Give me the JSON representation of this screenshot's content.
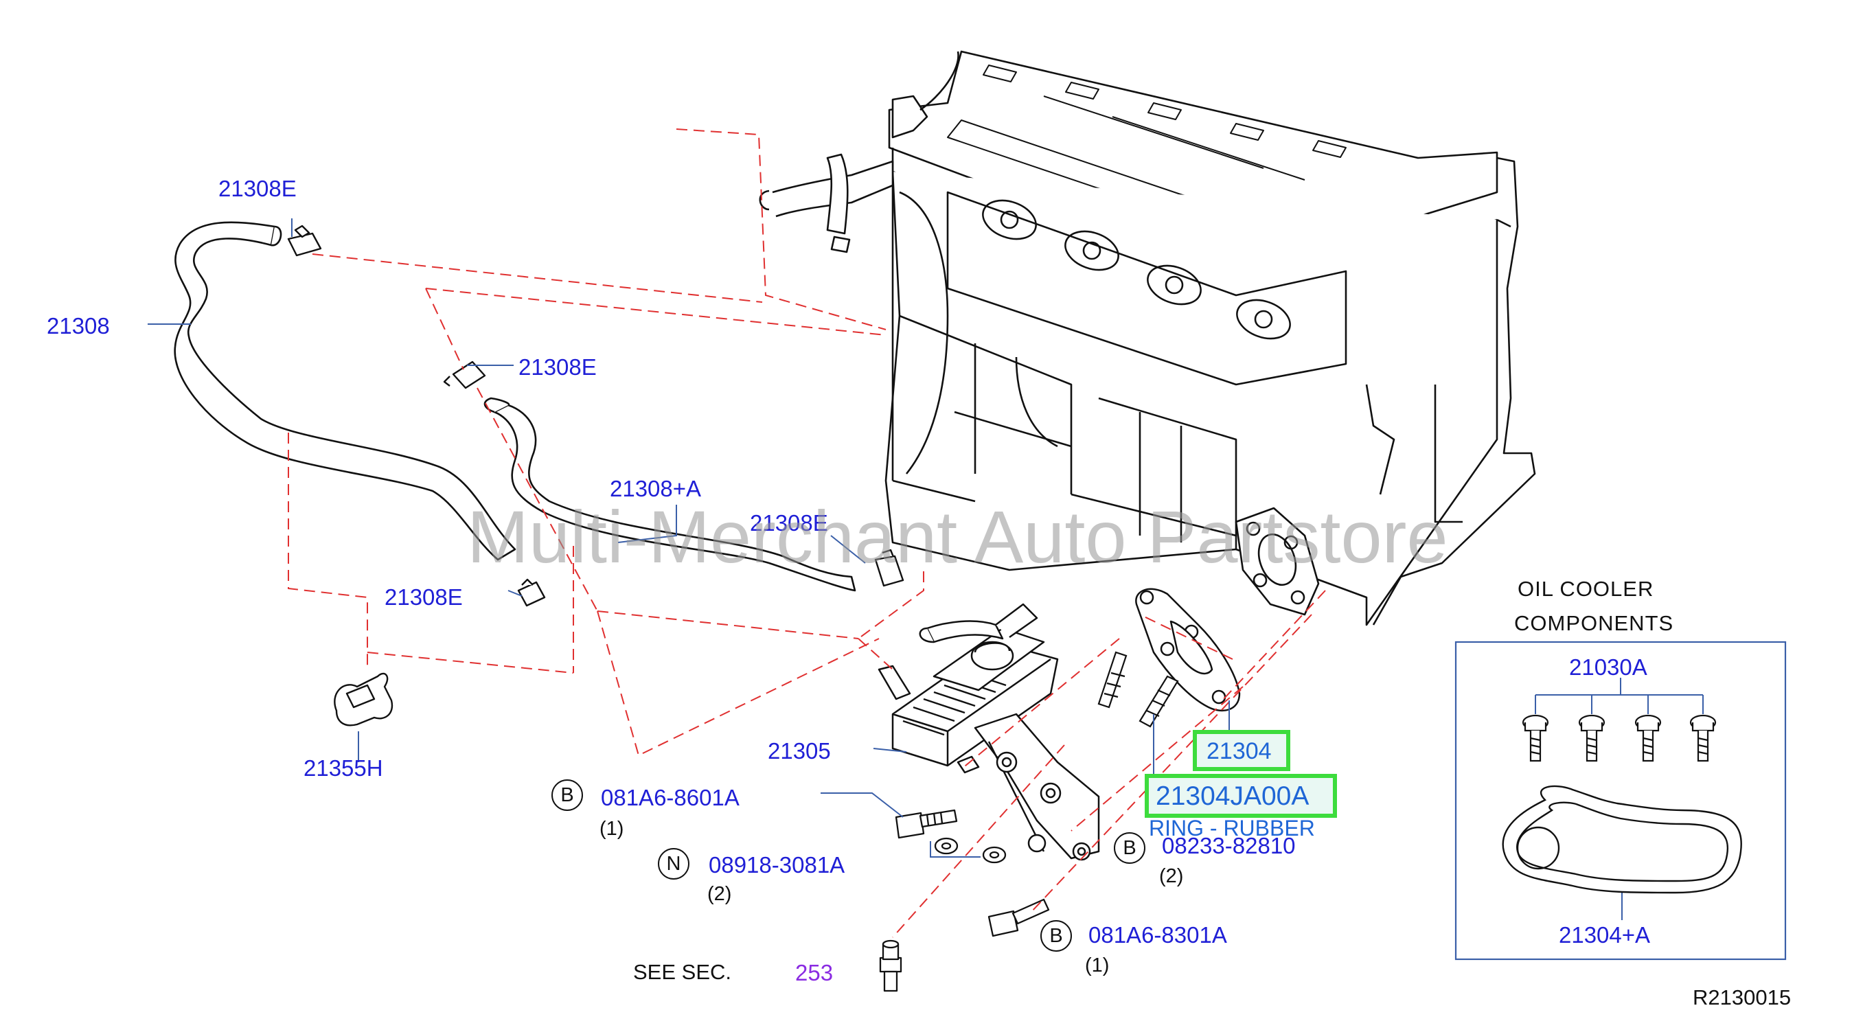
{
  "watermark": "Multi-Merchant Auto Partstore",
  "reference_code": "R2130015",
  "see_section": {
    "text": "SEE   SEC.",
    "number": "253"
  },
  "parts": {
    "hose_clamp_top": "21308E",
    "hose_main": "21308",
    "hose_clamp_mid": "21308E",
    "hose_a": "21308+A",
    "hose_clamp_right": "21308E",
    "hose_clamp_low": "21308E",
    "clip": "21355H",
    "oil_cooler": "21305",
    "gasket": "21304",
    "gasket_part_number": "21304JA00A",
    "gasket_description": "RING - RUBBER"
  },
  "fasteners": [
    {
      "badge": "B",
      "part": "081A6-8601A",
      "qty": "(1)"
    },
    {
      "badge": "N",
      "part": "08918-3081A",
      "qty": "(2)"
    },
    {
      "badge": "B",
      "part": "08233-82810",
      "qty": "(2)"
    },
    {
      "badge": "B",
      "part": "081A6-8301A",
      "qty": "(1)"
    }
  ],
  "components_box": {
    "title_line1": "OIL   COOLER",
    "title_line2": "COMPONENTS",
    "bolt_part": "21030A",
    "ring_part": "21304+A"
  }
}
